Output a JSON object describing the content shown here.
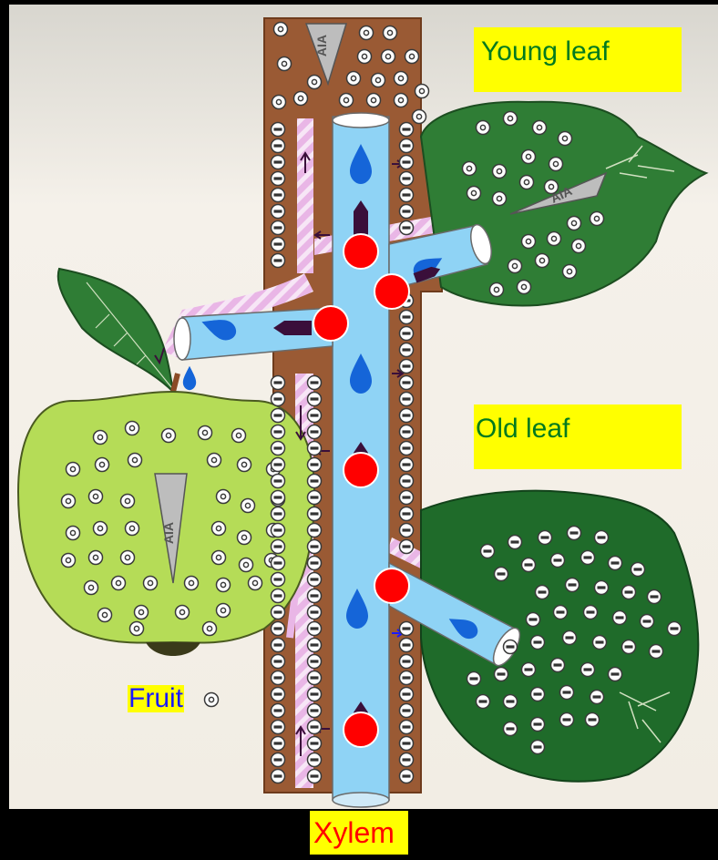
{
  "labels": {
    "young_leaf": "Young leaf",
    "old_leaf": "Old leaf",
    "fruit": "Fruit",
    "xylem": "Xylem"
  },
  "hormone_labels": {
    "stem": "AIA",
    "young_leaf": "AIA",
    "fruit": "AIA"
  },
  "colors": {
    "background_panel": "#f3eee6",
    "stem_bark": "#9a5a34",
    "xylem_tube": "#8fd3f5",
    "phloem_strand": "#e9b6e6",
    "young_leaf": "#2f7d35",
    "old_leaf": "#1f6b2a",
    "fruit": "#b5dc57",
    "marker": "#ff0000",
    "label_highlight": "#ffff00",
    "label_green": "#007a1e",
    "label_blue": "#1a1aff",
    "label_red": "#ff0000"
  },
  "icons": [
    "water-drop-icon",
    "flow-arrow-icon",
    "red-dot-marker",
    "plus-circle-icon",
    "minus-circle-icon",
    "leaf-vein-icon"
  ]
}
